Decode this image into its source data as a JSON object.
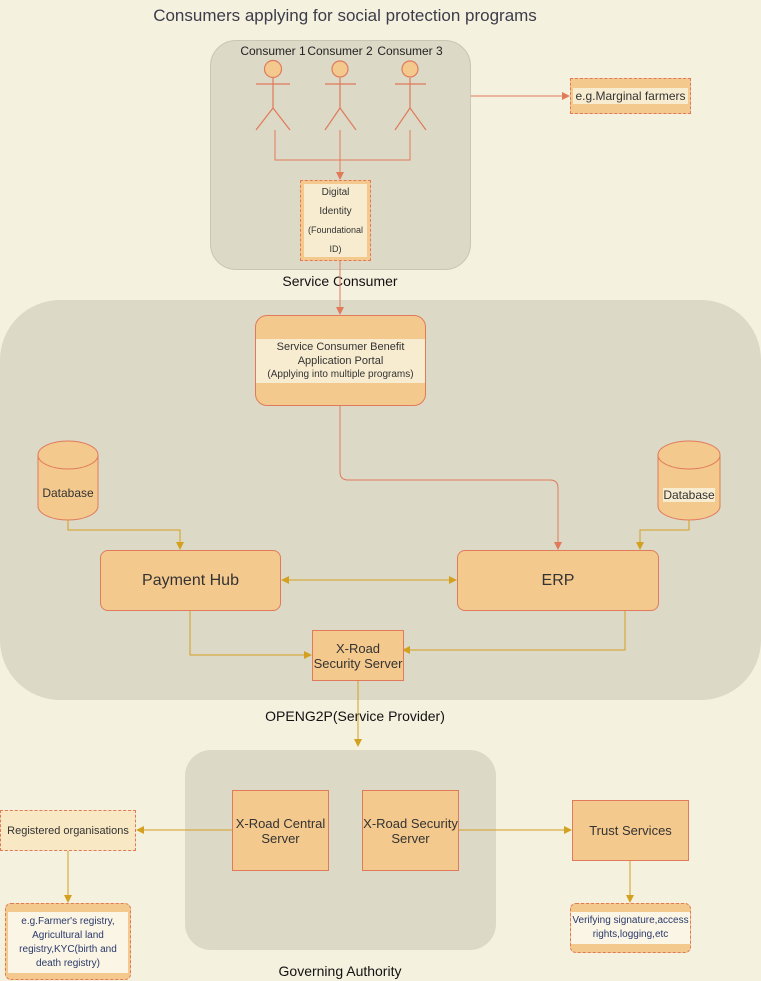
{
  "title": "Consumers applying for social protection programs",
  "regions": {
    "consumer": "Service Consumer",
    "provider": "OPENG2P(Service Provider)",
    "authority": "Governing Authority"
  },
  "consumers": [
    "Consumer 1",
    "Consumer 2",
    "Consumer 3"
  ],
  "nodes": {
    "marginal_farmers": "e.g.Marginal farmers",
    "digital_id_line1": "Digital",
    "digital_id_line2": "Identity",
    "digital_id_line3": "(Foundational",
    "digital_id_line4": "ID)",
    "portal_line1": "Service Consumer Benefit",
    "portal_line2": "Application Portal",
    "portal_line3": "(Applying into multiple programs)",
    "db_left": "Database",
    "db_right": "Database",
    "payment_hub": "Payment Hub",
    "erp": "ERP",
    "xroad_security_provider": "X-Road Security Server",
    "xroad_central": "X-Road Central Server",
    "xroad_security_authority": "X-Road Security Server",
    "trust_services": "Trust Services",
    "registered_orgs": "Registered organisations",
    "registry_examples": "e.g.Farmer's registry, Agricultural land registry,KYC(birth and death registry)",
    "verifying": "Verifying signature,access rights,logging,etc"
  },
  "colors": {
    "background": "#f5f1df",
    "region": "#dcd9c6",
    "box_fill": "#f4c98e",
    "box_border": "#e07a5a",
    "edge_red": "#e07a5a",
    "edge_gold": "#d4a020"
  }
}
